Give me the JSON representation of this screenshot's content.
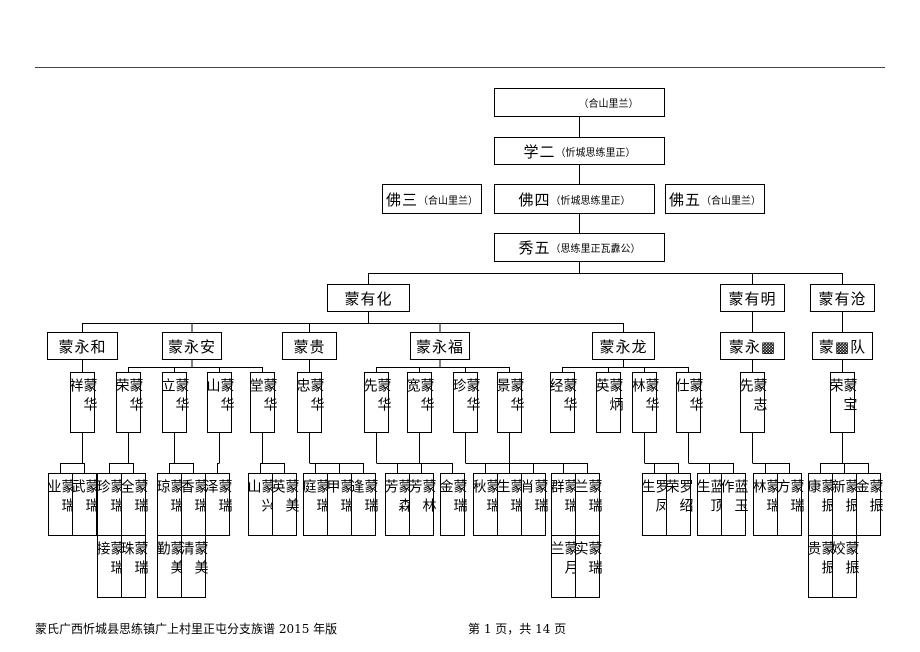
{
  "ancestors": {
    "root": {
      "note": "（合山里兰）"
    },
    "xue_er": {
      "name": "学二",
      "note": "（忻城思练里正）"
    },
    "fo_san": {
      "name": "佛三",
      "note": "（合山里兰）"
    },
    "fo_si": {
      "name": "佛四",
      "note": "（忻城思练里正）"
    },
    "fo_wu": {
      "name": "佛五",
      "note": "（合山里兰）"
    },
    "xiu_wu": {
      "name": "秀五",
      "note": "（思练里正瓦纛公）"
    }
  },
  "gen1": [
    "蒙有化",
    "蒙有明",
    "蒙有沧"
  ],
  "gen2": [
    "蒙永和",
    "蒙永安",
    "蒙贵",
    "蒙永福",
    "蒙永龙",
    "蒙永▩",
    "蒙▩队"
  ],
  "gen3": [
    "蒙华祥",
    "蒙华荣",
    "蒙华立",
    "蒙华山",
    "蒙华堂",
    "蒙华忠",
    "蒙华先",
    "蒙华宽",
    "蒙华珍",
    "蒙华景",
    "蒙华经",
    "蒙炳英",
    "蒙华林",
    "蒙华仕",
    "蒙志先",
    "蒙宝荣"
  ],
  "gen4": [
    "蒙瑞业",
    "蒙瑞武",
    "蒙瑞珍",
    "蒙瑞全",
    "蒙瑞琼",
    "蒙瑞香",
    "蒙瑞泽",
    "蒙兴山",
    "蒙美英",
    "蒙瑞庭",
    "蒙瑞甲",
    "蒙瑞逢",
    "蒙森芳",
    "蒙林芳",
    "蒙瑞金",
    "蒙瑞秋",
    "蒙瑞生",
    "蒙瑞肖",
    "蒙瑞群",
    "蒙瑞兰",
    "罗凤生",
    "罗绍荣",
    "蓝顶生",
    "蓝玉作",
    "蒙瑞林",
    "蒙瑞方",
    "蒙振康",
    "蒙振新",
    "蒙振金"
  ],
  "gen4_continued": [
    "蒙瑞接",
    "蒙瑞珠",
    "蒙美勤",
    "蒙美清",
    "蒙月兰",
    "蒙瑞实",
    "蒙振贵",
    "蒙振姣"
  ],
  "footer": {
    "title": "蒙氏广西忻城县思练镇广上村里正屯分支族谱 2015 年版",
    "page": "第 1 页，共 14 页"
  }
}
